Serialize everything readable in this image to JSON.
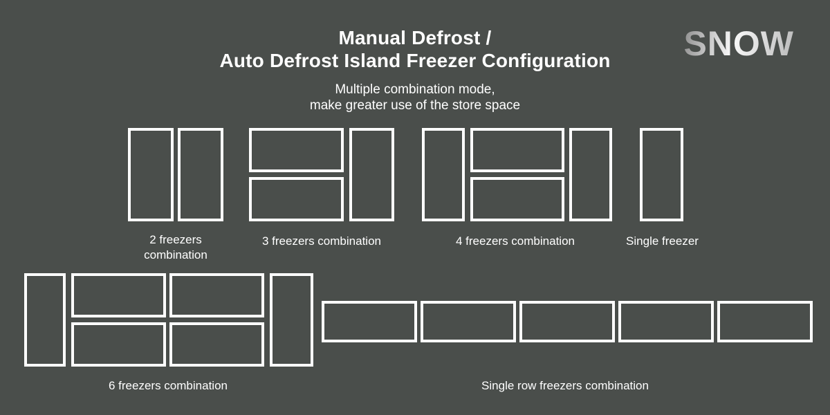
{
  "page": {
    "background_color": "#4a4e4b",
    "line_color": "#ffffff"
  },
  "header": {
    "title_line1": "Manual Defrost /",
    "title_line2": "Auto Defrost Island Freezer Configuration",
    "subtitle_line1": "Multiple combination mode,",
    "subtitle_line2": "make greater use of the store space",
    "logo_text": "SNOW"
  },
  "diagrams": {
    "two": {
      "label": "2 freezers combination",
      "units": 2
    },
    "three": {
      "label": "3 freezers combination",
      "units": 3
    },
    "four": {
      "label": "4 freezers combination",
      "units": 4
    },
    "single": {
      "label": "Single freezer",
      "units": 1
    },
    "six": {
      "label": "6 freezers combination",
      "units": 6
    },
    "single_row": {
      "label": "Single row freezers combination",
      "units": 5
    }
  }
}
